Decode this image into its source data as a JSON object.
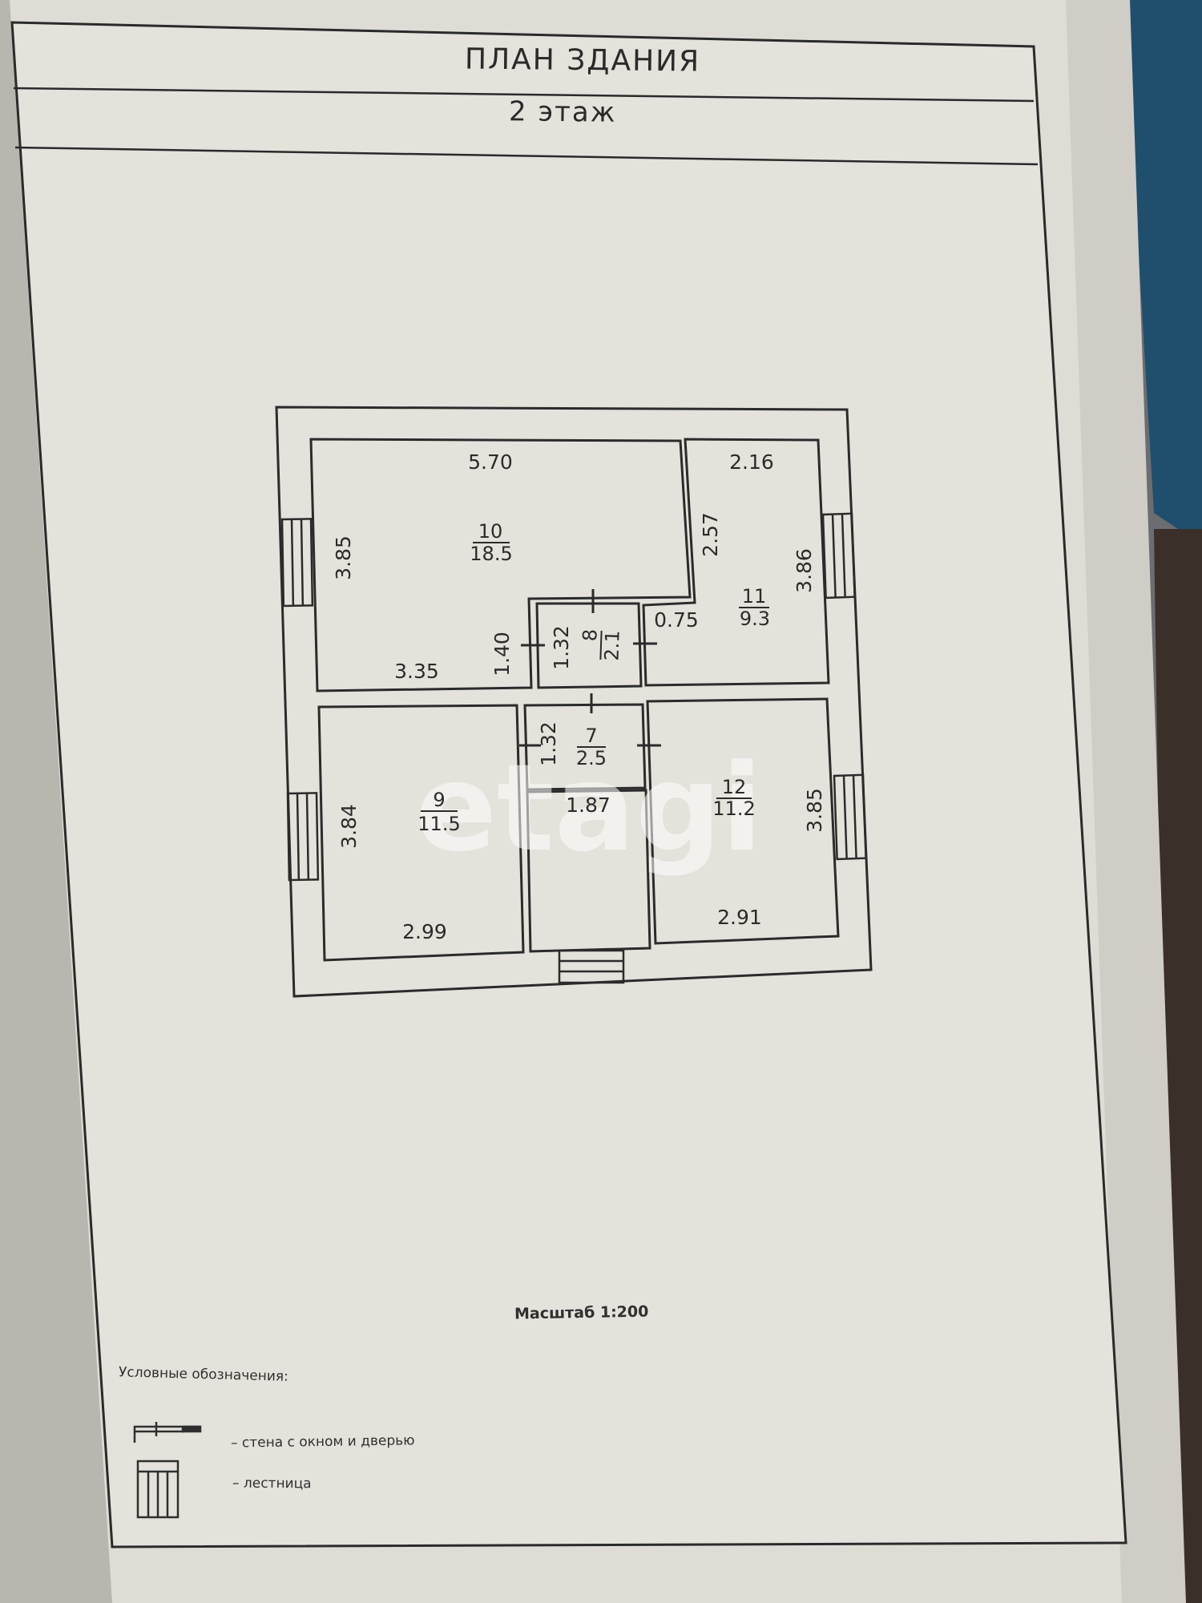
{
  "header": {
    "title": "ПЛАН ЗДАНИЯ",
    "floor": "2 этаж"
  },
  "rooms": [
    {
      "number": "10",
      "area": "18.5"
    },
    {
      "number": "11",
      "area": "9.3"
    },
    {
      "number": "8",
      "area": "2.1"
    },
    {
      "number": "7",
      "area": "2.5"
    },
    {
      "number": "9",
      "area": "11.5"
    },
    {
      "number": "12",
      "area": "11.2"
    }
  ],
  "dimensions": {
    "room10_top": "5.70",
    "room10_left": "3.85",
    "room10_bottom": "3.35",
    "room10_step": "1.40",
    "room11_top": "2.16",
    "room11_left": "2.57",
    "room11_right": "3.86",
    "room11_step": "0.75",
    "room8_height": "1.32",
    "room7_height": "1.32",
    "hall_width": "1.87",
    "room9_left": "3.84",
    "room9_bottom": "2.99",
    "room12_right": "3.85",
    "room12_bottom": "2.91"
  },
  "watermark": "etagi",
  "scale": "Масштаб 1:200",
  "legend": {
    "title": "Условные обозначения:",
    "items": [
      {
        "icon": "wall-window-door-icon",
        "label": "– стена с окном и дверью"
      },
      {
        "icon": "stairs-icon",
        "label": "– лестница"
      }
    ]
  },
  "colors": {
    "paper": "#e3e1da",
    "ink": "#2b2b2b",
    "watermark": "#ffffff"
  }
}
